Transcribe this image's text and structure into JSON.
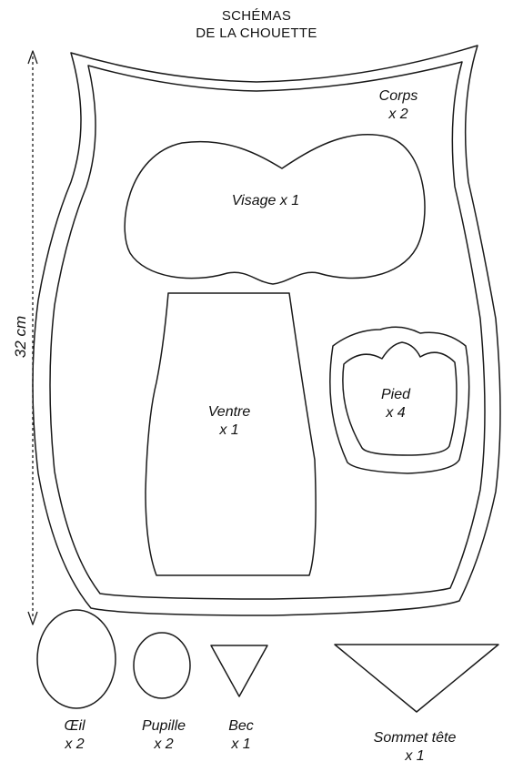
{
  "title": {
    "line1": "SCHÉMAS",
    "line2": "DE LA CHOUETTE"
  },
  "dimension": {
    "label": "32 cm"
  },
  "pieces": {
    "corps": {
      "name": "Corps",
      "qty": "x 2"
    },
    "visage": {
      "label": "Visage x 1"
    },
    "ventre": {
      "name": "Ventre",
      "qty": "x 1"
    },
    "pied": {
      "name": "Pied",
      "qty": "x 4"
    },
    "oeil": {
      "name": "Œil",
      "qty": "x 2"
    },
    "pupille": {
      "name": "Pupille",
      "qty": "x 2"
    },
    "bec": {
      "name": "Bec",
      "qty": "x 1"
    },
    "sommet": {
      "name": "Sommet tête",
      "qty": "x 1"
    }
  },
  "colors": {
    "line": "#1a1a1a",
    "background": "#ffffff"
  }
}
